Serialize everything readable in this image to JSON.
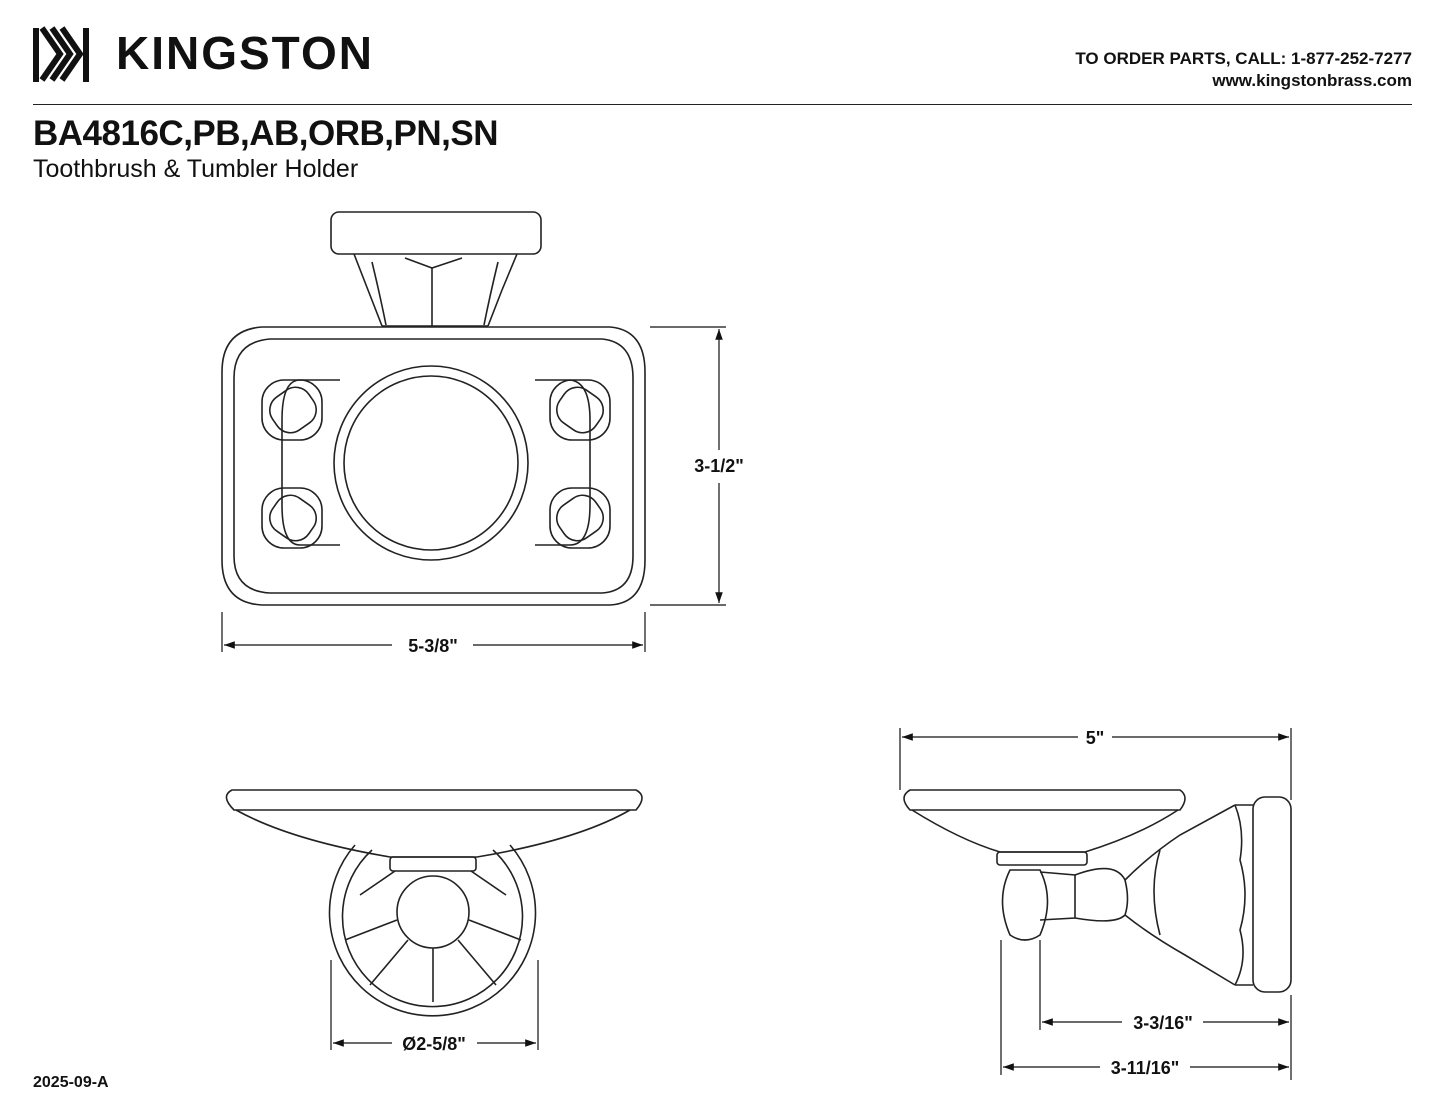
{
  "header": {
    "brand": "KINGSTON",
    "contact_line": "TO ORDER PARTS, CALL: 1-877-252-7277",
    "website": "www.kingstonbrass.com"
  },
  "product": {
    "model": "BA4816C,PB,AB,ORB,PN,SN",
    "name": "Toothbrush & Tumbler Holder"
  },
  "dimensions": {
    "top_width": "5-3/8\"",
    "top_height": "3-1/2\"",
    "front_diameter": "Ø2-5/8\"",
    "side_width": "5\"",
    "side_depth_flange": "3-3/16\"",
    "side_depth_overall": "3-11/16\""
  },
  "footer": {
    "revision": "2025-09-A"
  },
  "icons": {
    "logo": "kingston-monogram-icon"
  }
}
